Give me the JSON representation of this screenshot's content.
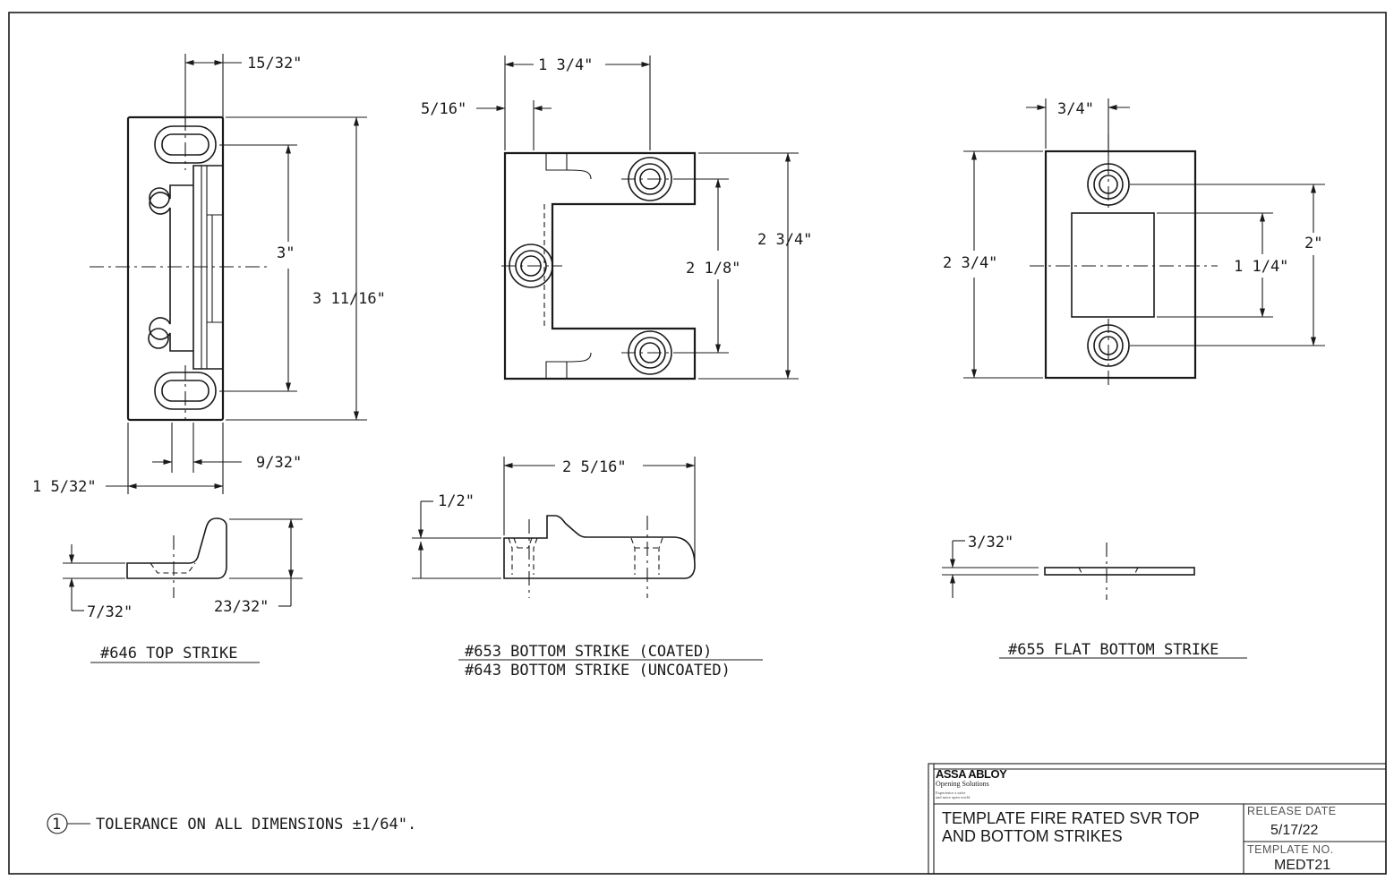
{
  "strikes": [
    {
      "caption": "#646 TOP STRIKE"
    },
    {
      "caption_line1": "#653 BOTTOM STRIKE (COATED)",
      "caption_line2": "#643 BOTTOM STRIKE (UNCOATED)"
    },
    {
      "caption": "#655 FLAT BOTTOM STRIKE"
    }
  ],
  "dims": {
    "s646": {
      "slot_width": "15/32\"",
      "hole_spacing": "3\"",
      "height": "3 11/16\"",
      "lip": "9/32\"",
      "width": "1 5/32\"",
      "thickness": "7/32\"",
      "depth": "23/32\""
    },
    "s653": {
      "width": "1 3/4\"",
      "offset": "5/16\"",
      "hole_spacing": "2 1/8\"",
      "height": "2 3/4\"",
      "side_length": "2 5/16\"",
      "side_height": "1/2\""
    },
    "s655": {
      "width": "3/4\"",
      "height": "2 3/4\"",
      "hole_spacing": "2\"",
      "opening": "1 1/4\"",
      "thickness": "3/32\""
    }
  },
  "note": {
    "number": "1",
    "text": "TOLERANCE ON ALL DIMENSIONS ±1/64\"."
  },
  "title_block": {
    "logo": "ASSA ABLOY",
    "logo_sub": "Opening Solutions",
    "logo_tag1": "Experience a safer",
    "logo_tag2": "and more open world",
    "title_line1": "TEMPLATE FIRE RATED SVR TOP",
    "title_line2": "AND BOTTOM STRIKES",
    "release_label": "RELEASE DATE",
    "release_value": "5/17/22",
    "template_label": "TEMPLATE NO.",
    "template_value": "MEDT21"
  }
}
